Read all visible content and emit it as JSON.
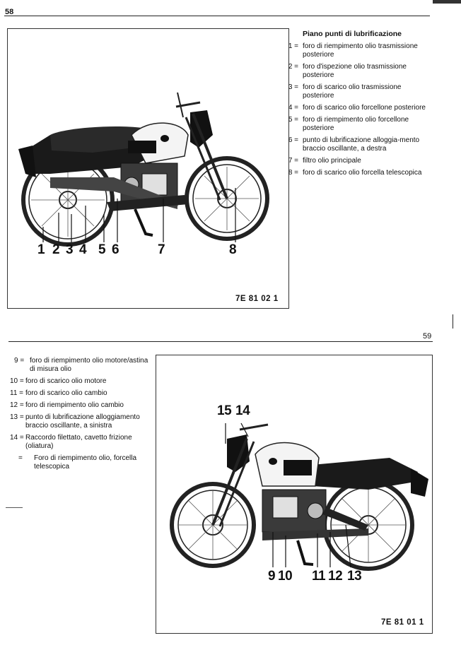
{
  "page_top": {
    "page_number": "58",
    "legend_title": "Piano punti di lubrificazione",
    "legend": [
      {
        "num": "1 =",
        "text": "foro di riempimento olio trasmissione posteriore"
      },
      {
        "num": "2 =",
        "text": "foro d'ispezione olio trasmissione posteriore"
      },
      {
        "num": "3 =",
        "text": "foro di scarico olio trasmissione posteriore"
      },
      {
        "num": "4 =",
        "text": "foro di scarico olio forcellone posteriore"
      },
      {
        "num": "5 =",
        "text": "foro di riempimento olio forcellone posteriore"
      },
      {
        "num": "6 =",
        "text": "punto di lubrificazione alloggia-mento braccio oscillante, a destra"
      },
      {
        "num": "7 =",
        "text": "filtro olio principale"
      },
      {
        "num": "8 =",
        "text": "foro di scarico olio forcella telescopica"
      }
    ],
    "figure": {
      "code": "7E 81 02  1",
      "callouts": [
        "1",
        "2",
        "3",
        "4",
        "5",
        "6",
        "7",
        "8"
      ]
    }
  },
  "page_bottom": {
    "page_number": "59",
    "legend": [
      {
        "num": "9 =",
        "text": "foro di riempimento olio motore/astina di misura olio"
      },
      {
        "num": "10 =",
        "text": "foro di scarico olio motore"
      },
      {
        "num": "11 =",
        "text": "foro di scarico olio cambio"
      },
      {
        "num": "12 =",
        "text": "foro di riempimento olio cambio"
      },
      {
        "num": "13 =",
        "text": "punto di lubrificazione alloggiamento braccio oscillante, a sinistra"
      },
      {
        "num": "14 =",
        "text": "Raccordo filettato, cavetto frizione (oliatura)"
      },
      {
        "num": "=",
        "text": "Foro di riempimento olio, forcella telescopica"
      }
    ],
    "figure": {
      "code": "7E 81 01  1",
      "callouts": [
        "15",
        "14",
        "9",
        "10",
        "11",
        "12",
        "13"
      ]
    }
  }
}
